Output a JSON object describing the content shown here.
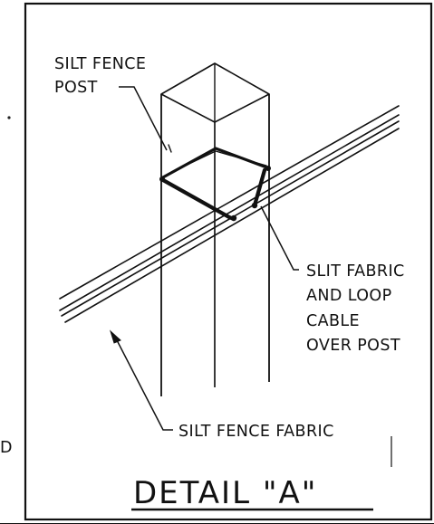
{
  "labels": {
    "post_line1": "SILT FENCE",
    "post_line2": "POST",
    "cable_line1": "SLIT FABRIC",
    "cable_line2": "AND LOOP",
    "cable_line3": "CABLE",
    "cable_line4": "OVER POST",
    "fabric": "SILT FENCE FABRIC",
    "edge_mark": "D"
  },
  "title": "DETAIL \"A\""
}
